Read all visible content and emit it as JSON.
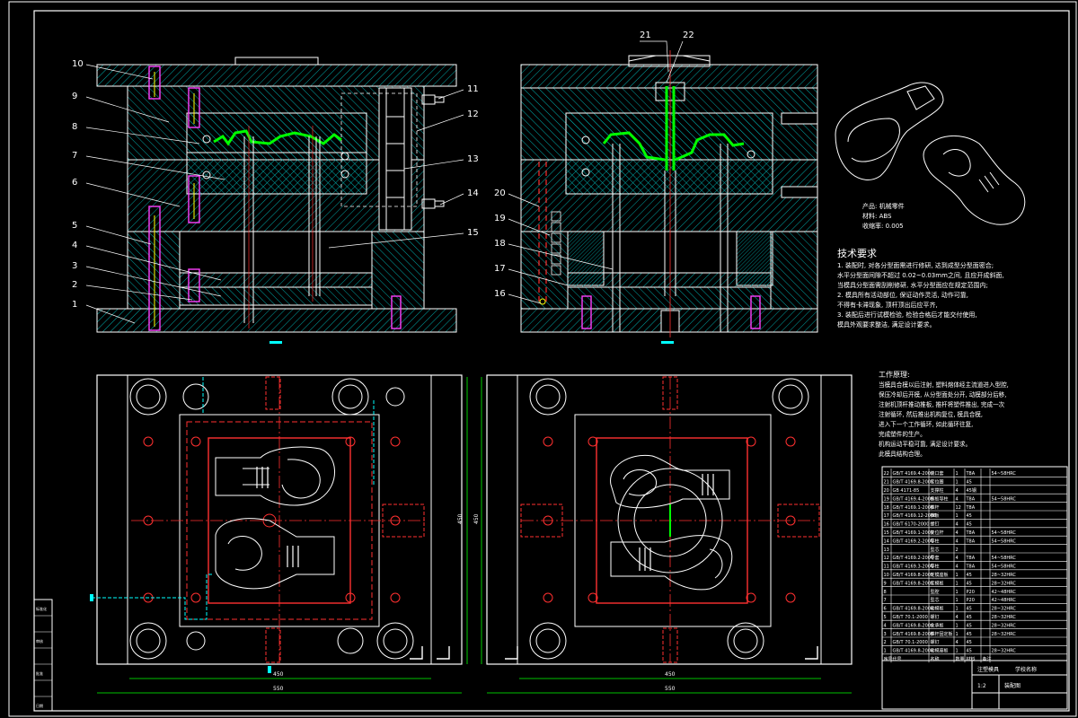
{
  "drawing": {
    "callouts_left": [
      "10",
      "9",
      "8",
      "7",
      "6",
      "5",
      "4",
      "3",
      "2",
      "1",
      "11",
      "12",
      "13",
      "14",
      "15"
    ],
    "callouts_right": [
      "21",
      "22",
      "20",
      "19",
      "18",
      "17",
      "16"
    ],
    "part_note": {
      "line1": "产品: 机械零件",
      "line2": "材料: ABS",
      "line3": "收缩率: 0.005"
    },
    "tech_req": {
      "title": "技术要求",
      "lines": [
        "1. 装配时, 对各分型面需进行修研, 达到成型分型面密合;",
        "水平分型面间隙不超过 0.02~0.03mm之间, 且应开成斜面,",
        "当模具分型面需刮削修研, 水平分型面应在规定范围内;",
        "2. 模具所有活动部位, 保证动作灵活, 动作可靠,",
        "不得有卡滞现象, 顶杆顶出后应平齐,",
        "3. 装配后进行试模检验, 检验合格后才能交付使用,",
        "模具外观要求整洁, 满足设计要求。"
      ]
    },
    "work_principle": {
      "title": "工作原理:",
      "lines": [
        "当模具合模以后注射, 塑料熔体经主流道进入型腔,",
        "保压冷却后开模, 从分型面处分开, 动模部分后移,",
        "注射机顶杆推动推板, 推杆将塑件推出, 完成一次",
        "注射循环, 然后推出机构复位, 模具合模,",
        "进入下一个工作循环, 如此循环往复,",
        "完成塑件的生产。",
        "机构运动平稳可靠, 满足设计要求。",
        "此模具结构合理。"
      ]
    },
    "dims": {
      "width_left": "450",
      "width_left_outer": "550",
      "height_left": "450",
      "width_right": "450",
      "width_right_outer": "550",
      "height_right": "450"
    },
    "bom": {
      "rows": [
        [
          "22",
          "GB/T 4169.4-2006",
          "浇口套",
          "1",
          "T8A",
          "",
          "54~58HRC"
        ],
        [
          "21",
          "GB/T 4169.8-2006",
          "定位圈",
          "1",
          "45",
          "",
          ""
        ],
        [
          "20",
          "GB 4171-85",
          "支撑柱",
          "4",
          "45钢",
          "",
          ""
        ],
        [
          "19",
          "GB/T 4169.4-2006",
          "推板导柱",
          "4",
          "T8A",
          "",
          "54~58HRC"
        ],
        [
          "18",
          "GB/T 4169.1-2006",
          "推杆",
          "12",
          "T8A",
          "",
          ""
        ],
        [
          "17",
          "GB/T 4169.12-2006",
          "推板",
          "1",
          "45",
          "",
          ""
        ],
        [
          "16",
          "GB/T 6170-2000",
          "螺钉",
          "4",
          "45",
          "",
          ""
        ],
        [
          "15",
          "GB/T 4169.1-2006",
          "复位杆",
          "4",
          "T8A",
          "",
          "54~58HRC"
        ],
        [
          "14",
          "GB/T 4169.2-2006",
          "导柱",
          "4",
          "T8A",
          "",
          "54~58HRC"
        ],
        [
          "13",
          "",
          "型芯",
          "2",
          "",
          "",
          ""
        ],
        [
          "12",
          "GB/T 4169.2-2006",
          "导套",
          "4",
          "T8A",
          "",
          "54~58HRC"
        ],
        [
          "11",
          "GB/T 4169.3-2006",
          "导柱",
          "4",
          "T8A",
          "",
          "54~58HRC"
        ],
        [
          "10",
          "GB/T 4169.8-2006",
          "定模座板",
          "1",
          "45",
          "",
          "28~32HRC"
        ],
        [
          "9",
          "GB/T 4169.8-2006",
          "定模板",
          "1",
          "45",
          "",
          "28~32HRC"
        ],
        [
          "8",
          "",
          "型腔",
          "1",
          "P20",
          "",
          "42~48HRC"
        ],
        [
          "7",
          "",
          "型芯",
          "1",
          "P20",
          "",
          "42~48HRC"
        ],
        [
          "6",
          "GB/T 4169.8-2006",
          "动模板",
          "1",
          "45",
          "",
          "28~32HRC"
        ],
        [
          "5",
          "GB/T 70.1-2000",
          "螺钉",
          "4",
          "45",
          "",
          "28~32HRC"
        ],
        [
          "4",
          "GB/T 4169.8-2006",
          "支承板",
          "1",
          "45",
          "",
          "28~32HRC"
        ],
        [
          "3",
          "GB/T 4169.8-2006",
          "推杆固定板",
          "1",
          "45",
          "",
          "28~32HRC"
        ],
        [
          "2",
          "GB/T 70.1-2000",
          "螺钉",
          "4",
          "45",
          "",
          ""
        ],
        [
          "1",
          "GB/T 4169.8-2006",
          "动模座板",
          "1",
          "45",
          "",
          "28~32HRC"
        ]
      ],
      "header": [
        "序号",
        "代号",
        "名称",
        "数量",
        "材料",
        "备注",
        ""
      ],
      "title_block": {
        "drawing_name": "装配图",
        "school": "学校名称",
        "mold_name": "注塑模具",
        "scale": "1:2"
      }
    },
    "side_stamp": [
      "标准化",
      "",
      "审核",
      "",
      "批准",
      "",
      "日期"
    ],
    "colors": {
      "bg": "#000000",
      "line": "#ffffff",
      "hatch": "#00a8a8",
      "part": "#00ff00",
      "center": "#ff2020",
      "pin": "#ff40ff",
      "dash": "#ff3030",
      "cyan": "#00ffff",
      "yellow": "#ffff00"
    }
  }
}
